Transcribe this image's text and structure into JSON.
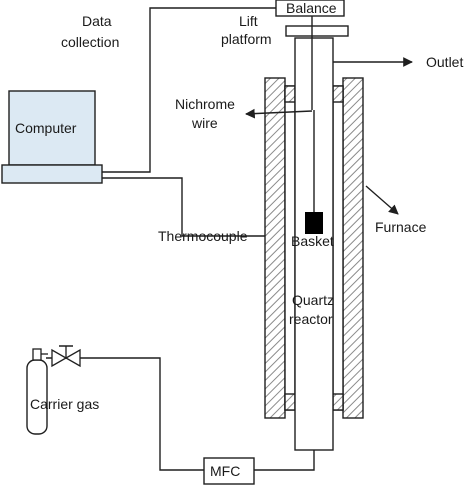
{
  "labels": {
    "data_collection_line1": "Data",
    "data_collection_line2": "collection",
    "balance": "Balance",
    "lift_platform_line1": "Lift",
    "lift_platform_line2": "platform",
    "outlet": "Outlet",
    "nichrome_line1": "Nichrome",
    "nichrome_line2": "wire",
    "computer": "Computer",
    "thermocouple": "Thermocouple",
    "basket": "Basket",
    "furnace": "Furnace",
    "quartz_line1": "Quartz",
    "quartz_line2": "reactor",
    "carrier_gas": "Carrier gas",
    "mfc": "MFC"
  },
  "colors": {
    "line": "#1f1f1f",
    "computer_fill": "#dce9f3",
    "furnace_hatch": "#8a8a8a",
    "basket_fill": "#000000",
    "text": "#1a1a1a"
  }
}
